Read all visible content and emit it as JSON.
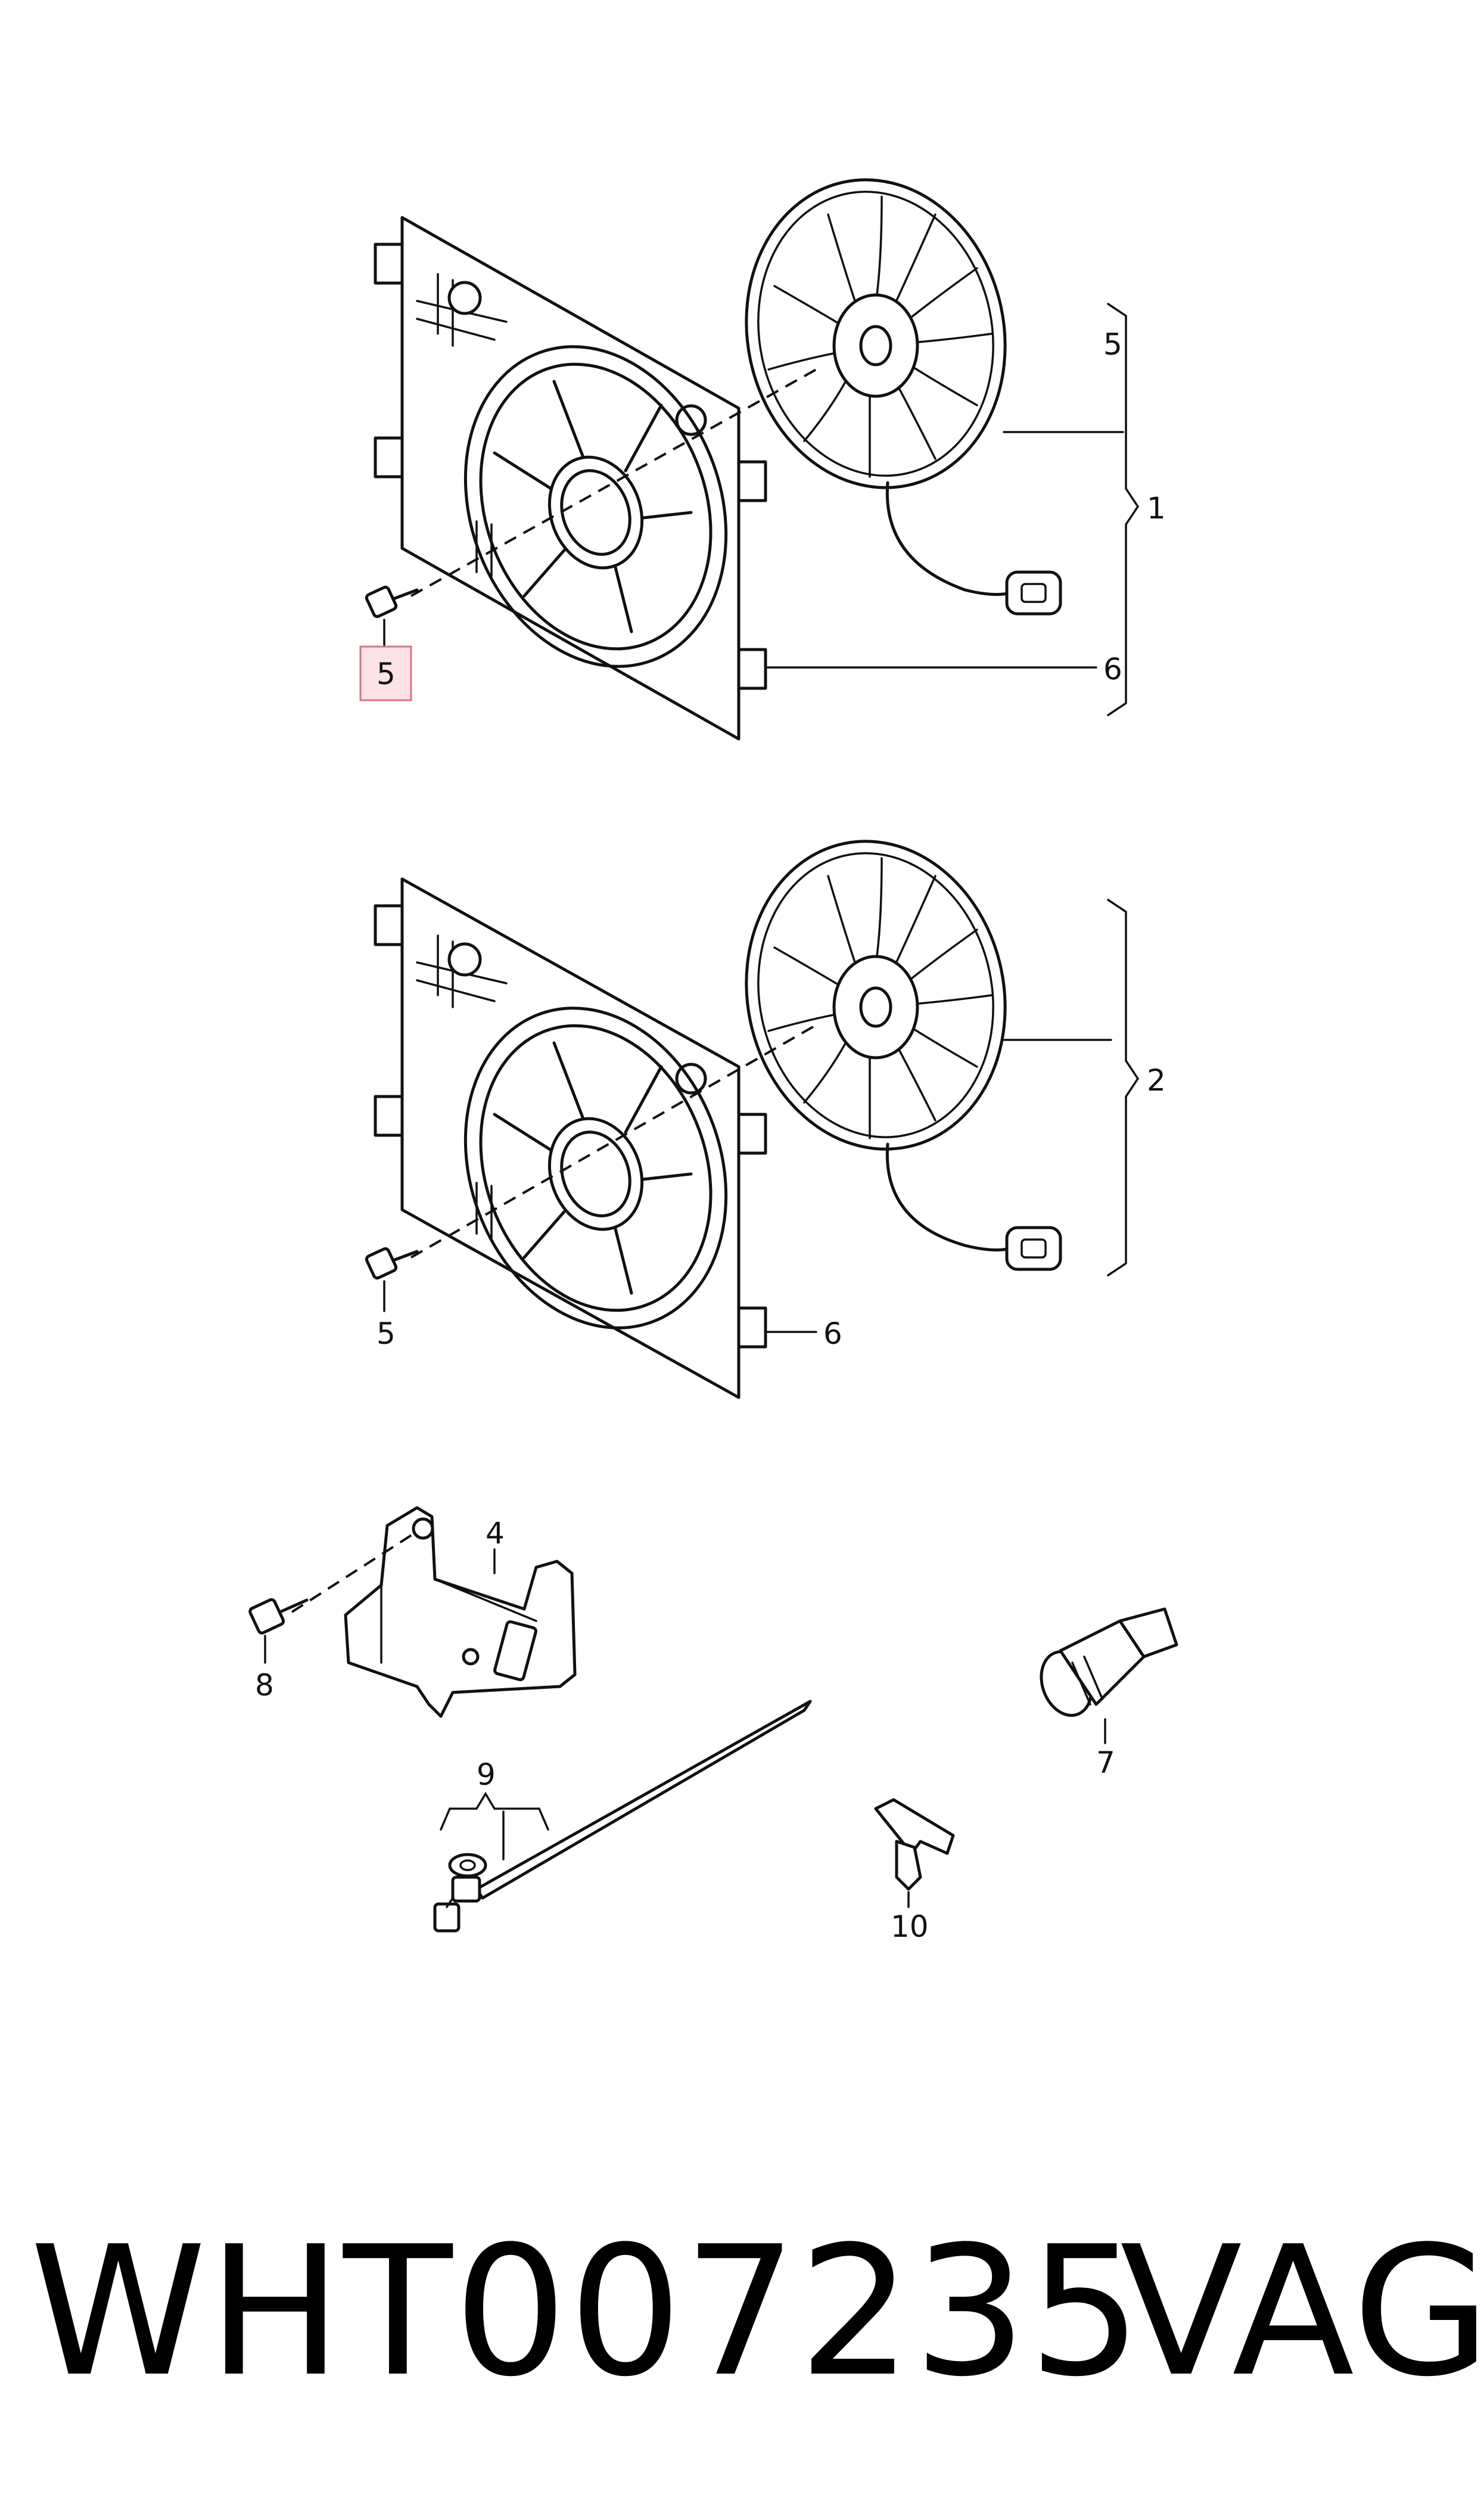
{
  "callouts": {
    "fan_assembly_1": "1",
    "fan_assembly_2": "2",
    "bracket": "4",
    "fan_motor_upper": "5",
    "bolt_upper_highlighted": "5",
    "shroud_upper": "6",
    "bolt_lower": "5",
    "shroud_lower": "6",
    "pressure_switch": "7",
    "bracket_bolt": "8",
    "cable_tie": "9",
    "clip": "10"
  },
  "highlight": {
    "callout": "bolt_upper_highlighted",
    "border_color": "#e07080",
    "fill_color": "#fbe3e7"
  },
  "footer": {
    "part_number": "WHT007235",
    "brand": "VAG"
  }
}
